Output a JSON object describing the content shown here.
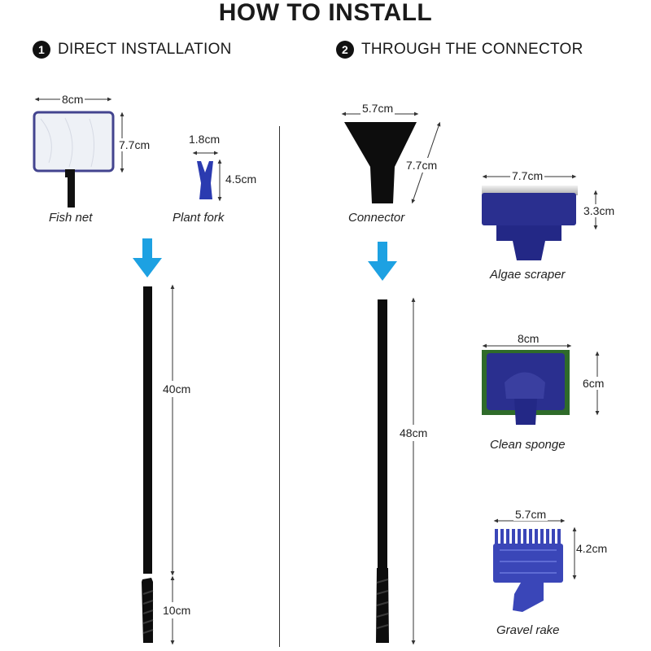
{
  "title": "HOW TO INSTALL",
  "sections": [
    {
      "number": "1",
      "label": "DIRECT INSTALLATION"
    },
    {
      "number": "2",
      "label": "THROUGH THE CONNECTOR"
    }
  ],
  "items": {
    "fish_net": {
      "caption": "Fish net",
      "width": "8cm",
      "height": "7.7cm"
    },
    "plant_fork": {
      "caption": "Plant fork",
      "width": "1.8cm",
      "height": "4.5cm"
    },
    "connector": {
      "caption": "Connector",
      "width": "5.7cm",
      "height": "7.7cm"
    },
    "algae_scraper": {
      "caption": "Algae scraper",
      "width": "7.7cm",
      "height": "3.3cm"
    },
    "clean_sponge": {
      "caption": "Clean sponge",
      "width": "8cm",
      "height": "6cm"
    },
    "gravel_rake": {
      "caption": "Gravel rake",
      "width": "5.7cm",
      "height": "4.2cm"
    }
  },
  "poles": {
    "left_pole": "40cm",
    "left_handle": "10cm",
    "right_pole": "48cm"
  },
  "colors": {
    "arrow": "#1da1e2",
    "tool_blue": "#2a2f8f",
    "pole": "#0d0d0d",
    "sponge": "#2f6b2a"
  }
}
